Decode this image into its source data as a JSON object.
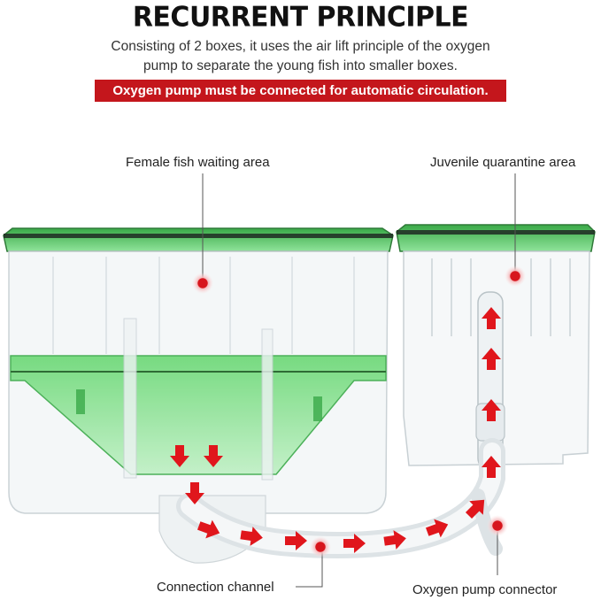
{
  "header": {
    "title": "RECURRENT PRINCIPLE",
    "description_line1": "Consisting of 2 boxes, it uses the air lift principle of the oxygen",
    "description_line2": "pump to separate the young fish into smaller boxes.",
    "warning": "Oxygen pump must be connected for automatic circulation."
  },
  "callouts": {
    "female_area": "Female fish waiting area",
    "juvenile_area": "Juvenile quarantine area",
    "connection_channel": "Connection channel",
    "pump_connector": "Oxygen pump connector"
  },
  "colors": {
    "banner_red": "#c4161c",
    "marker_red": "#d7161d",
    "arrow_red": "#e0161c",
    "lid_green": "#4fc95a",
    "funnel_green": "#5fd06a"
  }
}
